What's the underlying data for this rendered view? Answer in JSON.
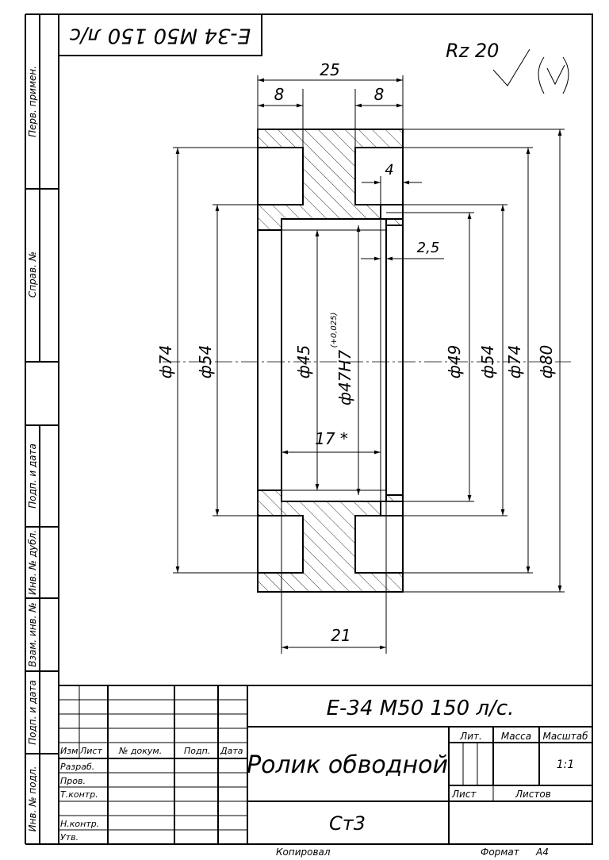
{
  "stamp_top": "Е-34 М50 150 л/с",
  "roughness": {
    "value": "Rz 20"
  },
  "side_stamps": {
    "perv_primen": "Перв. примен.",
    "sprav_no": "Справ. №",
    "podp_data_1": "Подп. и дата",
    "inv_dubl": "Инв. № дубл.",
    "vzam_inv": "Взам. инв. №",
    "podp_data_2": "Подп. и дата",
    "inv_podl": "Инв. № подл."
  },
  "dimensions": {
    "top_total": "25",
    "top_left": "8",
    "top_right": "8",
    "groove_depth": "4",
    "step": "2,5",
    "d74_left": "ф74",
    "d54_left": "ф54",
    "d45": "ф45",
    "d47": "ф47H7",
    "d47_tol": "(+0,025)",
    "d49": "ф49",
    "d54_right": "ф54",
    "d74_right": "ф74",
    "d80": "ф80",
    "width17": "17 *",
    "width21": "21"
  },
  "title_block": {
    "designation": "Е-34 М50 150 л/с.",
    "name": "Ролик обводной",
    "material": "Ст3",
    "headers": {
      "izm": "Изм",
      "list": "Лист",
      "doc_no": "№ докум.",
      "podp": "Подп.",
      "data": "Дата"
    },
    "roles": {
      "razrab": "Разраб.",
      "prov": "Пров.",
      "tkontr": "Т.контр.",
      "nkontr": "Н.контр.",
      "utv": "Утв."
    },
    "lit": "Лит.",
    "massa": "Масса",
    "masshtab": "Масштаб",
    "scale_value": "1:1",
    "sheet": "Лист",
    "sheets": "Листов"
  },
  "footer": {
    "copied": "Копировал",
    "format_label": "Формат",
    "format_value": "А4"
  }
}
